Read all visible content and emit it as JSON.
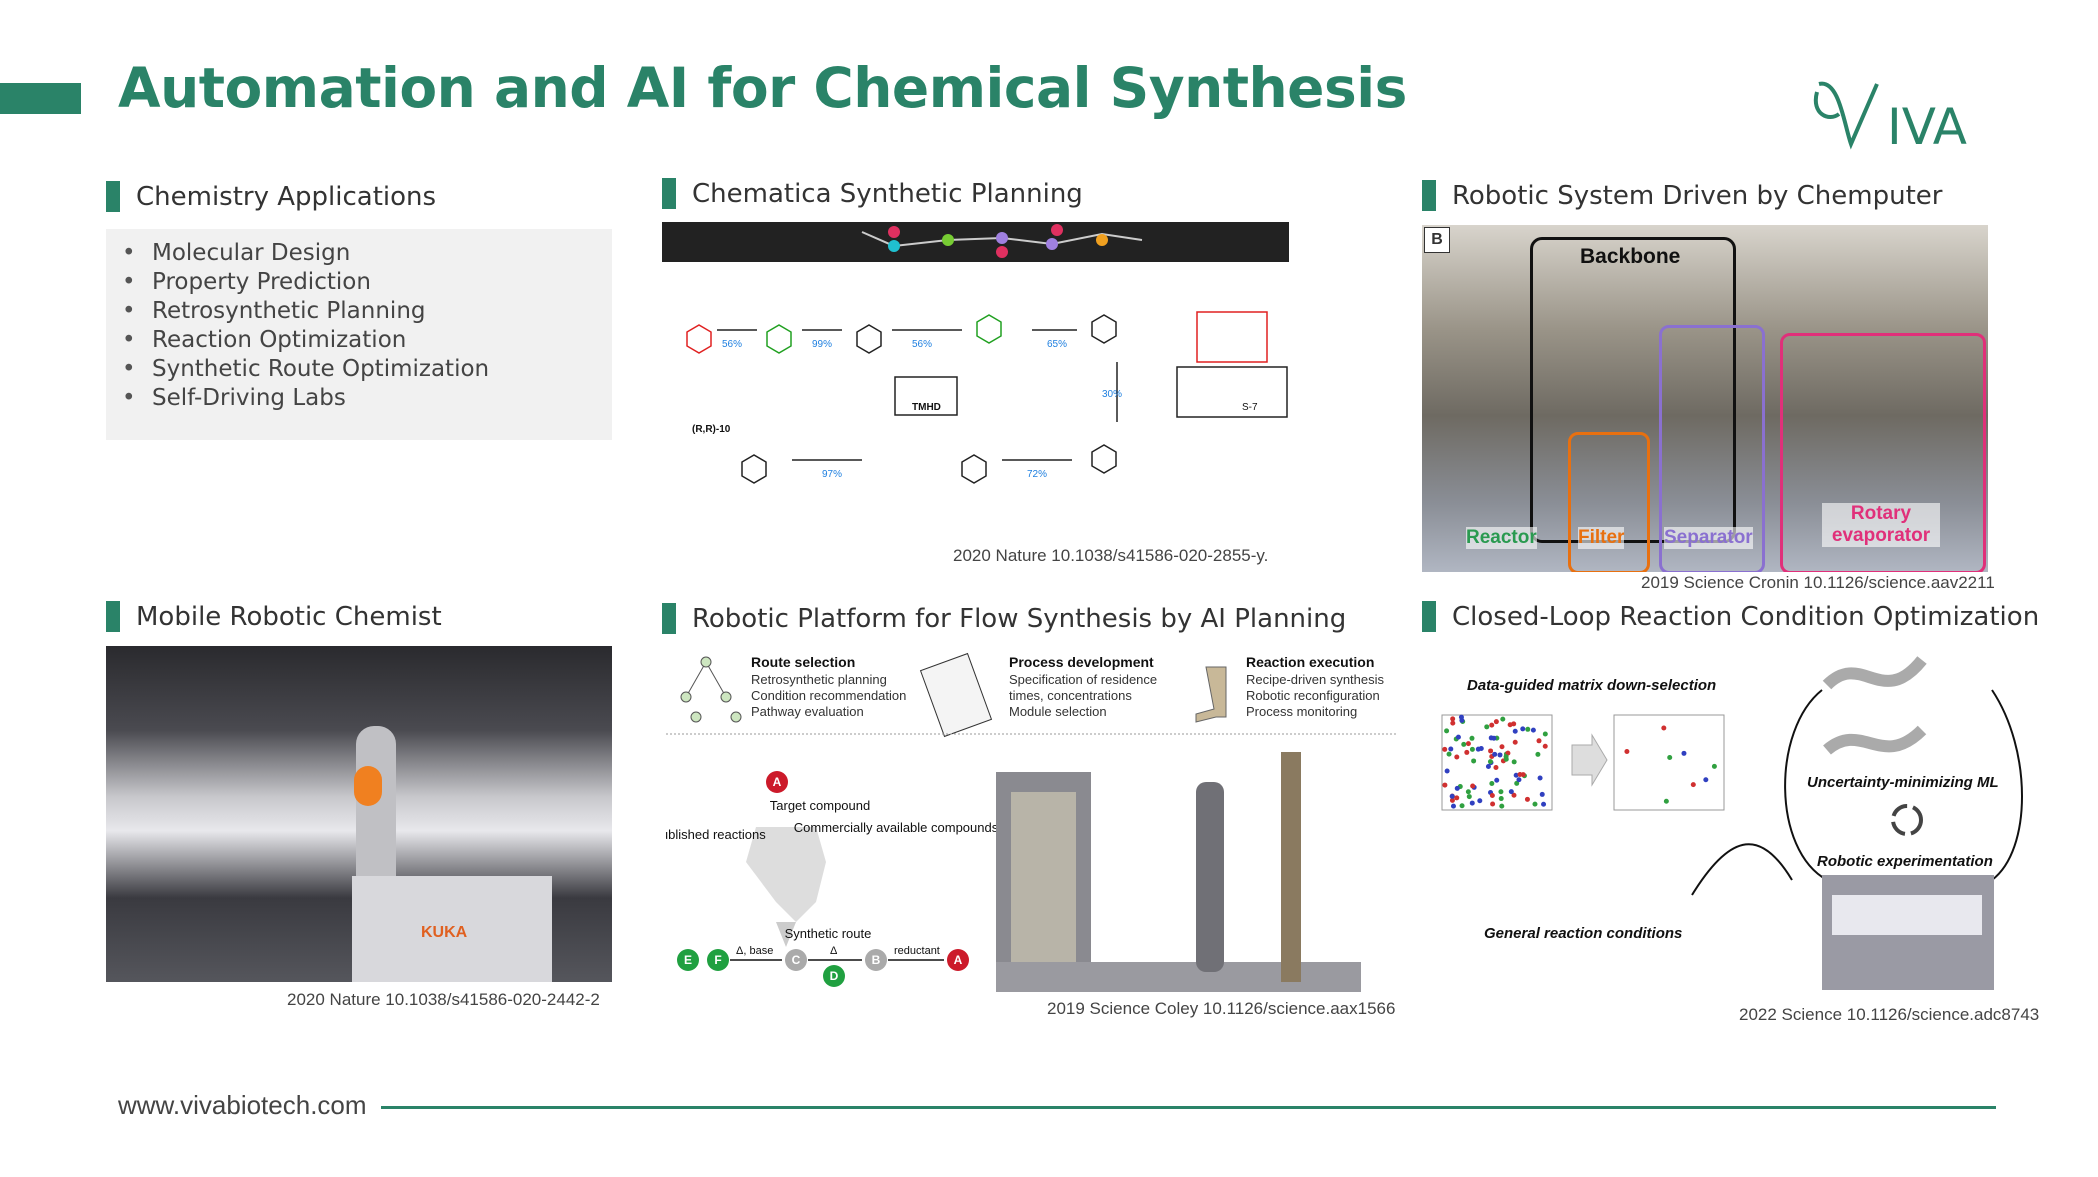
{
  "header": {
    "title": "Automation and AI for Chemical Synthesis",
    "logo_text": "VIVA",
    "accent_color": "#2a8368"
  },
  "sections": {
    "apps": {
      "title": "Chemistry Applications",
      "items": [
        "Molecular Design",
        "Property Prediction",
        "Retrosynthetic Planning",
        "Reaction Optimization",
        "Synthetic Route Optimization",
        "Self-Driving Labs"
      ]
    },
    "chematica": {
      "title": "Chematica Synthetic Planning",
      "caption": "2020 Nature 10.1038/s41586-020-2855-y.",
      "figure": {
        "compound_label": "(R,R)-10",
        "yields": [
          "56%",
          "99%",
          "56%",
          "65%",
          "30%",
          "72%",
          "97%"
        ],
        "reagent_label": "TMHD",
        "partner_label": "S-7"
      }
    },
    "chemputer": {
      "title": "Robotic System Driven by Chemputer",
      "caption": "2019 Science Cronin 10.1126/science.aav2211",
      "figure": {
        "panel": "B",
        "backbone": "Backbone",
        "reactor": "Reactor",
        "filter": "Filter",
        "separator": "Separator",
        "rotary": "Rotary evaporator"
      }
    },
    "mobile": {
      "title": "Mobile Robotic Chemist",
      "caption": "2020 Nature 10.1038/s41586-020-2442-2",
      "figure": {
        "robot_brand": "KUKA"
      }
    },
    "flow": {
      "title": "Robotic Platform for Flow Synthesis by AI Planning",
      "caption": "2019 Science Coley 10.1126/science.aax1566",
      "figure": {
        "steps": [
          {
            "title": "Route selection",
            "bullets": [
              "Retrosynthetic planning",
              "Condition recommendation",
              "Pathway evaluation"
            ]
          },
          {
            "title": "Process development",
            "bullets": [
              "Specification of residence times, concentrations",
              "Module selection"
            ]
          },
          {
            "title": "Reaction execution",
            "bullets": [
              "Recipe-driven synthesis",
              "Robotic reconfiguration",
              "Process monitoring"
            ]
          }
        ],
        "target": "Target compound",
        "published": "Published reactions",
        "commercial": "Commercially available compounds",
        "route": "Synthetic route",
        "nodes": [
          "E",
          "F",
          "C",
          "D",
          "B",
          "A"
        ],
        "arrow_labels": [
          "Δ, base",
          "Δ",
          "reductant"
        ]
      }
    },
    "closed": {
      "title": "Closed-Loop Reaction Condition Optimization",
      "caption": "2022 Science 10.1126/science.adc8743",
      "figure": {
        "matrix": "Data-guided matrix down-selection",
        "ml": "Uncertainty-minimizing ML",
        "robotic": "Robotic experimentation",
        "general": "General reaction conditions"
      }
    }
  },
  "footer": {
    "url": "www.vivabiotech.com"
  }
}
